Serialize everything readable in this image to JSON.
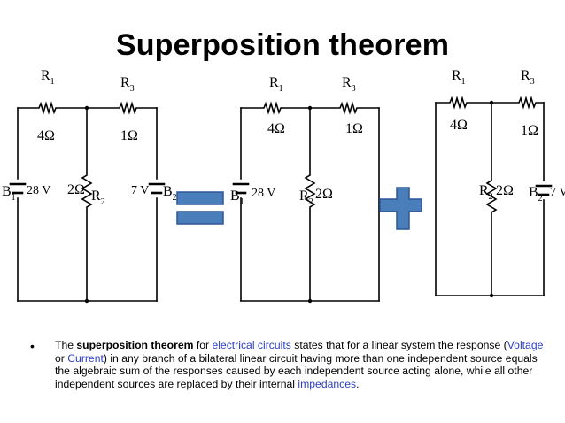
{
  "slide": {
    "title": "Superposition theorem",
    "circuit_labels": {
      "r1": "R",
      "r1_sub": "1",
      "r2": "R",
      "r2_sub": "2",
      "r3": "R",
      "r3_sub": "3",
      "r1_value": "4Ω",
      "r3_value": "1Ω",
      "r2_value": "2Ω",
      "b1": "B",
      "b1_sub": "1",
      "b2": "B",
      "b2_sub": "2",
      "b1_value": "28 V",
      "b2_value": "7 V"
    },
    "operators": {
      "equals": "equals-sign-icon",
      "plus": "plus-sign-icon"
    },
    "colors": {
      "operator_fill": "#4a7ebb",
      "operator_stroke": "#2f5597",
      "link": "#2b3fc4"
    },
    "bullet": {
      "symbol": "•",
      "t1": "The ",
      "t2": "superposition theorem",
      "t3": " for ",
      "t4": "electrical circuits",
      "t5": " states that for a linear system the response (",
      "t6": "Voltage",
      "t7": " or ",
      "t8": "Current",
      "t9": ") in any branch of a bilateral linear circuit having more than one independent source equals the algebraic sum of the responses caused by each independent source acting alone, while all other independent sources are replaced by their internal ",
      "t10": "impedances",
      "t11": "."
    }
  }
}
